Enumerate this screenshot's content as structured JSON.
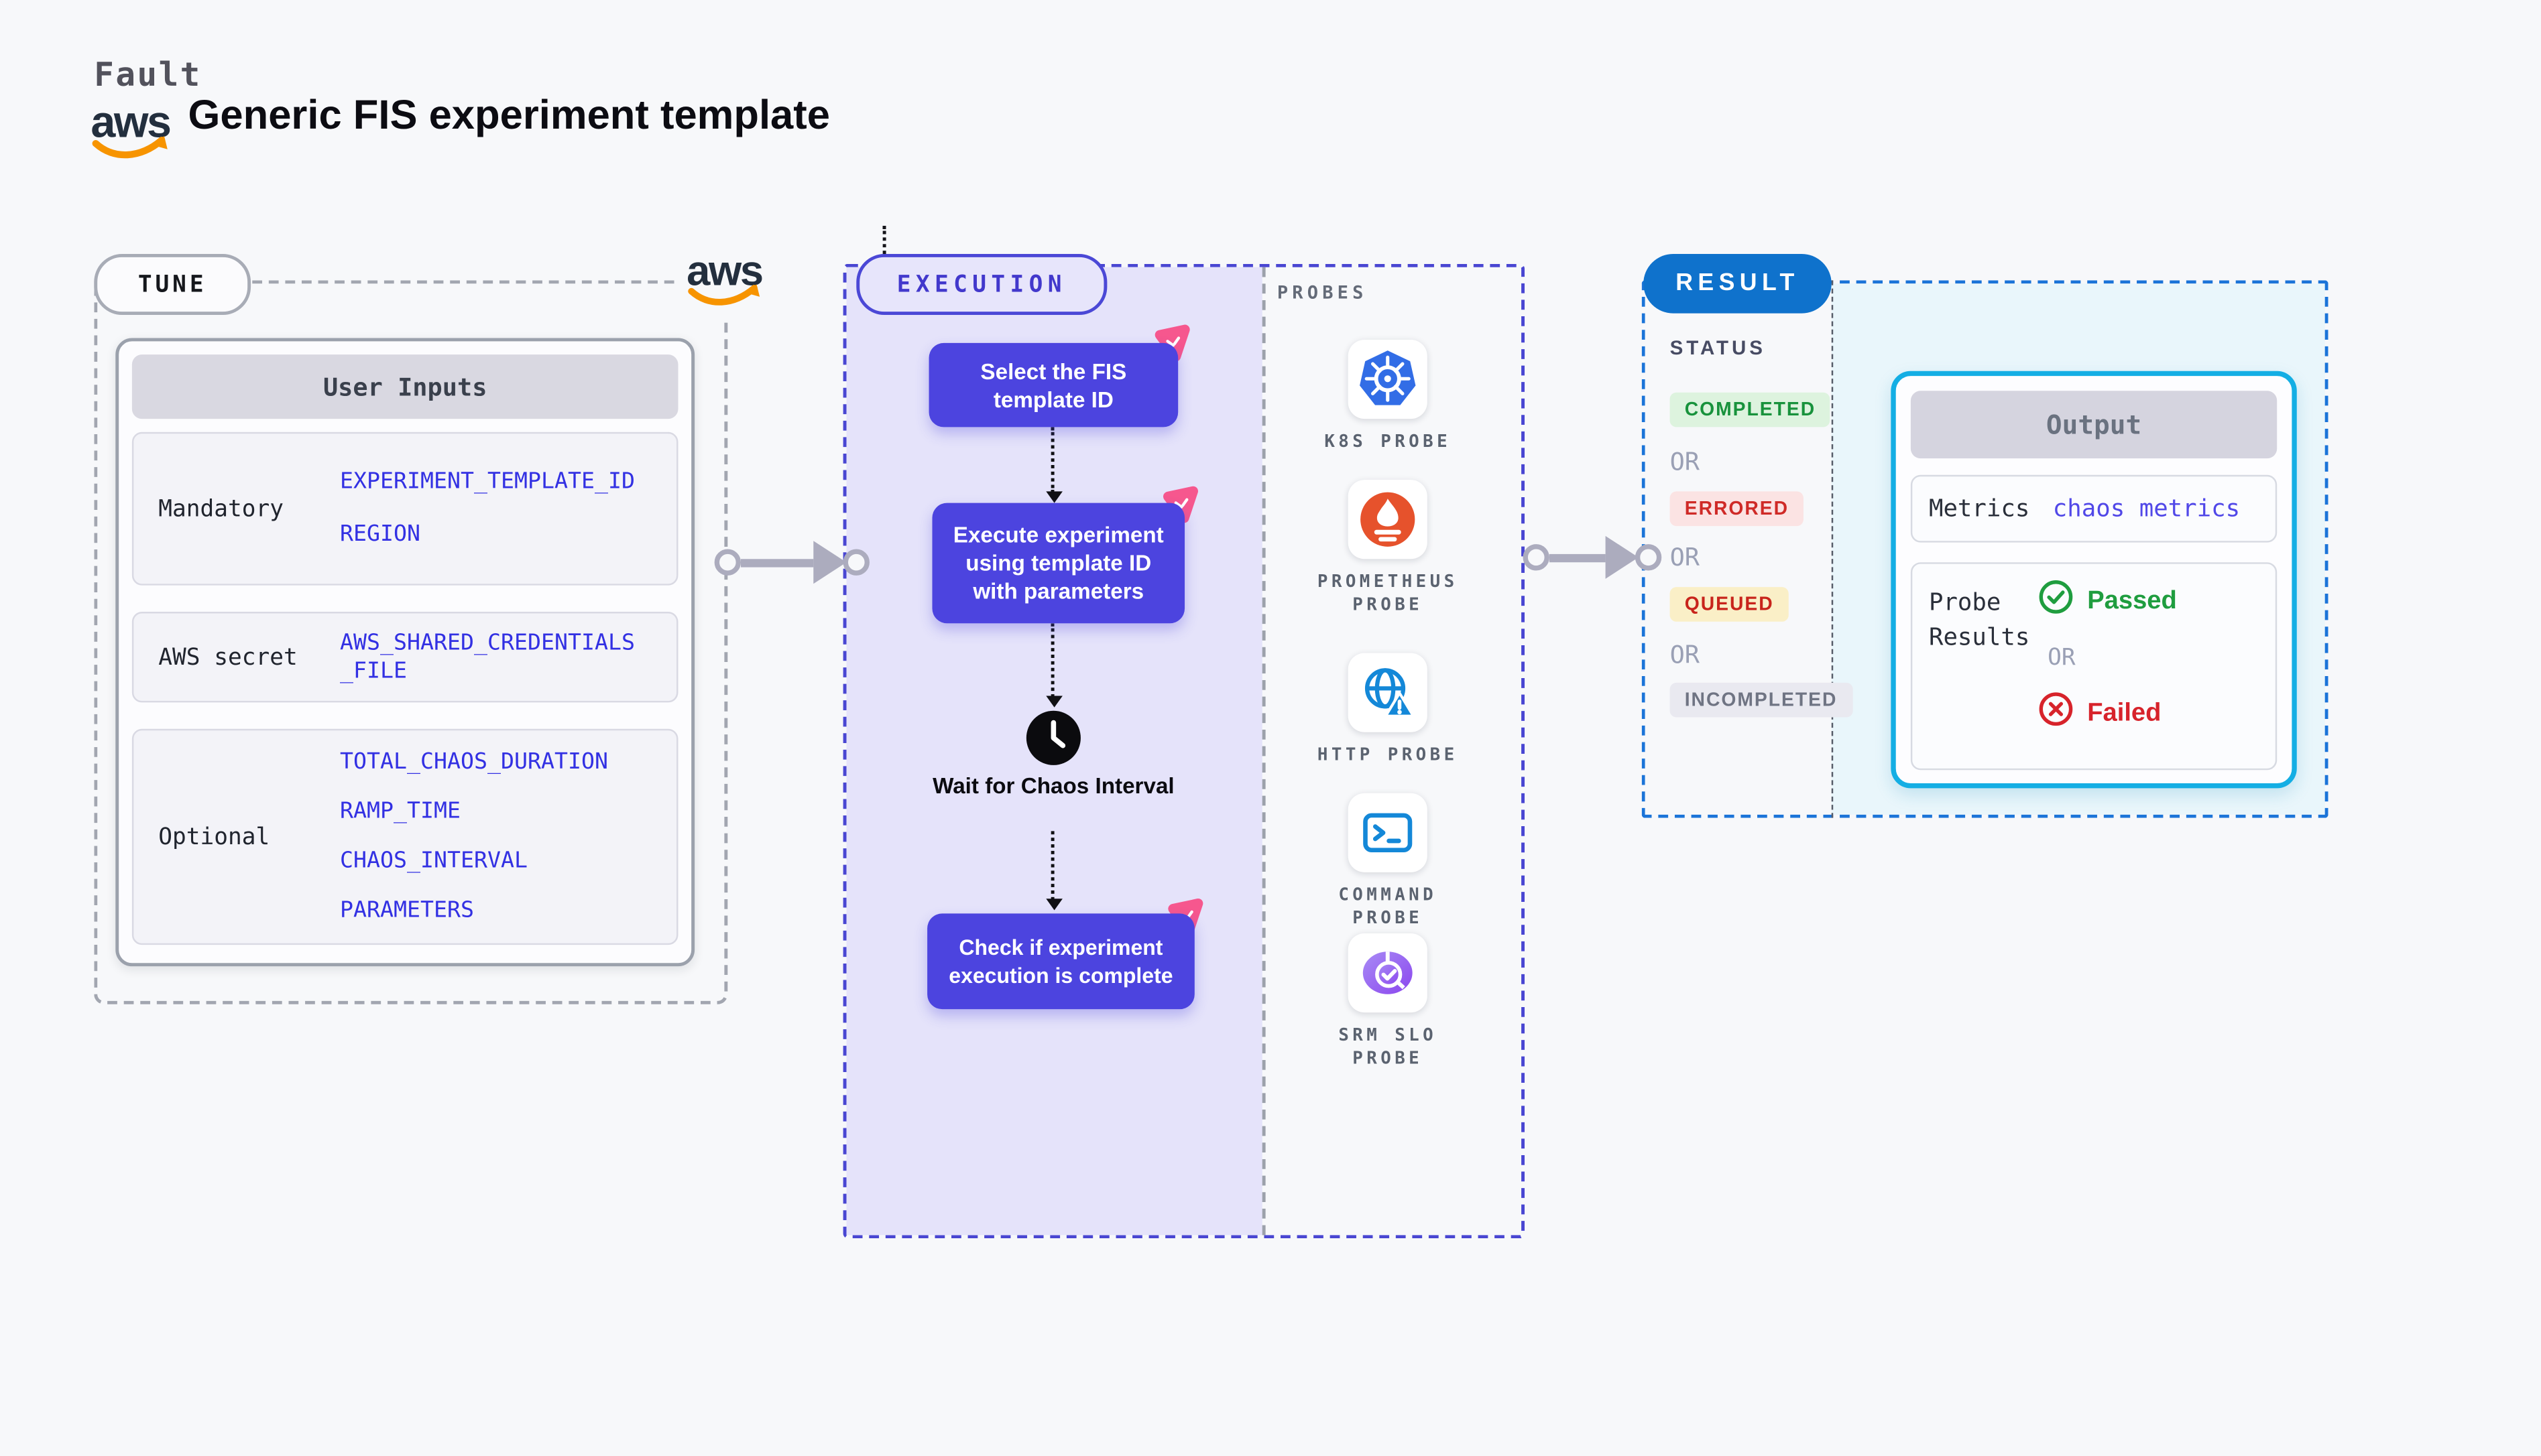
{
  "header": {
    "brand": "Fault",
    "title": "Generic FIS experiment template",
    "aws_logo_text": "aws"
  },
  "tune": {
    "badge": "TUNE",
    "table_title": "User Inputs",
    "rows": [
      {
        "label": "Mandatory",
        "values": [
          "EXPERIMENT_TEMPLATE_ID",
          "REGION"
        ]
      },
      {
        "label": "AWS secret",
        "values": [
          "AWS_SHARED_CREDENTIALS_FILE"
        ]
      },
      {
        "label": "Optional",
        "values": [
          "TOTAL_CHAOS_DURATION",
          "RAMP_TIME",
          "CHAOS_INTERVAL",
          "PARAMETERS"
        ]
      }
    ]
  },
  "execution": {
    "badge": "EXECUTION",
    "steps": [
      "Select the FIS template ID",
      "Execute experiment using template ID with parameters",
      "Check if experiment execution is complete"
    ],
    "wait_label": "Wait for Chaos Interval",
    "step_icon": "chaos-triangle-icon",
    "wait_icon": "clock-icon"
  },
  "probes": {
    "title": "PROBES",
    "items": [
      {
        "label": "K8S PROBE",
        "icon": "kubernetes-icon"
      },
      {
        "label": "PROMETHEUS PROBE",
        "icon": "prometheus-icon"
      },
      {
        "label": "HTTP PROBE",
        "icon": "globe-warning-icon"
      },
      {
        "label": "COMMAND PROBE",
        "icon": "terminal-icon"
      },
      {
        "label": "SRM SLO PROBE",
        "icon": "slo-pie-check-icon"
      }
    ]
  },
  "result": {
    "badge": "RESULT",
    "status_title": "STATUS",
    "or_label": "OR",
    "statuses": [
      {
        "label": "COMPLETED",
        "fg": "#18923C",
        "bg": "#DDF3DE"
      },
      {
        "label": "ERRORED",
        "fg": "#CF2A27",
        "bg": "#FBE3E3"
      },
      {
        "label": "QUEUED",
        "fg": "#C8241B",
        "bg": "#FAEFC7"
      },
      {
        "label": "INCOMPLETED",
        "fg": "#6F7483",
        "bg": "#E9E9F0"
      }
    ],
    "output": {
      "title": "Output",
      "metrics_label": "Metrics",
      "metrics_value": "chaos metrics",
      "probe_results_label": "Probe Results",
      "passed_label": "Passed",
      "failed_label": "Failed",
      "passed_icon": "check-circle-icon",
      "failed_icon": "x-circle-icon"
    }
  },
  "colors": {
    "page_bg": "#F7F8FA",
    "aws_orange": "#F79400",
    "aws_navy": "#232F3E",
    "step_purple": "#4C44DF",
    "execution_panel_lavender": "#E5E3FA",
    "execution_border": "#4946D2",
    "chaos_pink": "#F6578E",
    "result_pill_blue": "#0F72CC",
    "result_bg": "#E9F6FB",
    "result_border": "#1B74D8",
    "output_border": "#14AEE4",
    "value_blue": "#3230E3",
    "passed_green": "#1F9D3F",
    "failed_red": "#D7232B",
    "kubernetes_blue": "#326DE6",
    "prometheus_orange": "#E6522C",
    "http_blue": "#1488D8"
  }
}
